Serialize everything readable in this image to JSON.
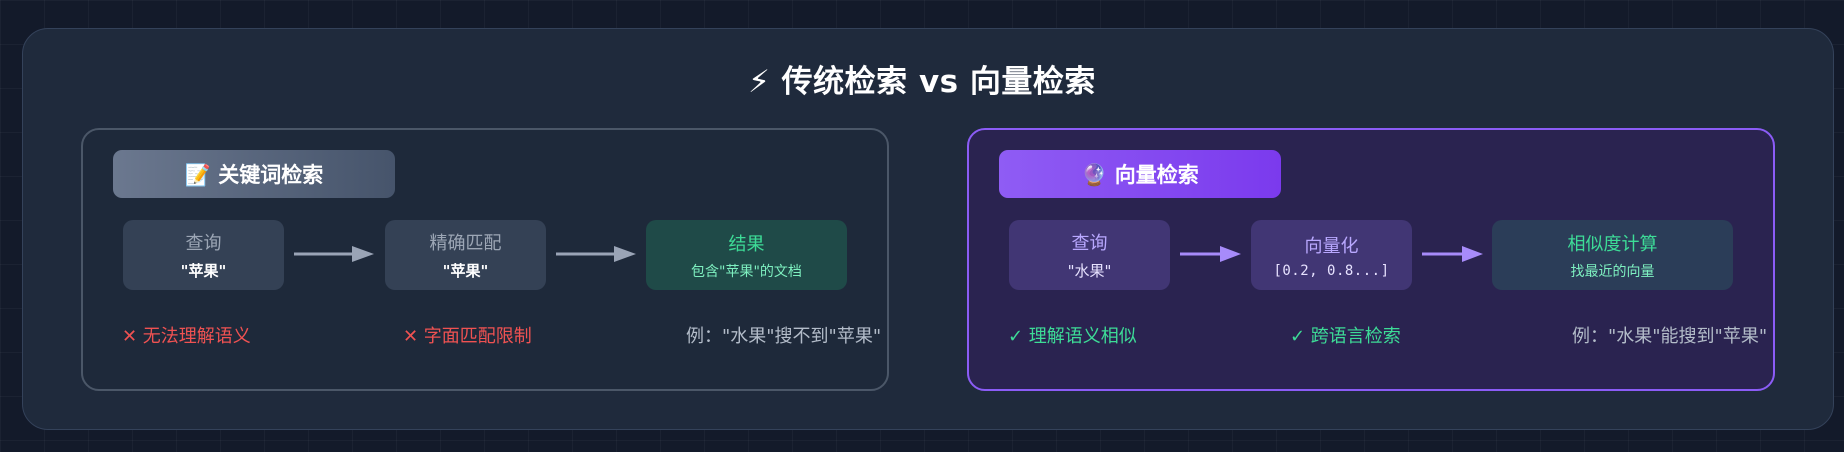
{
  "title": "⚡ 传统检索 vs 向量检索",
  "keyword_panel": {
    "header": "📝 关键词检索",
    "steps": [
      {
        "title": "查询",
        "sub": "\"苹果\""
      },
      {
        "title": "精确匹配",
        "sub": "\"苹果\""
      },
      {
        "title": "结果",
        "sub": "包含\"苹果\"的文档"
      }
    ],
    "notes": [
      "✕ 无法理解语义",
      "✕ 字面匹配限制",
      "例：\"水果\"搜不到\"苹果\""
    ]
  },
  "vector_panel": {
    "header": "🔮 向量检索",
    "steps": [
      {
        "title": "查询",
        "sub": "\"水果\""
      },
      {
        "title": "向量化",
        "sub": "[0.2, 0.8...]"
      },
      {
        "title": "相似度计算",
        "sub": "找最近的向量"
      }
    ],
    "notes": [
      "✓ 理解语义相似",
      "✓ 跨语言检索",
      "例：\"水果\"能搜到\"苹果\""
    ]
  },
  "colors": {
    "keyword_accent": "#4b5768",
    "vector_accent": "#8b5cf6",
    "negative": "#f05252",
    "positive": "#3ddc97"
  }
}
